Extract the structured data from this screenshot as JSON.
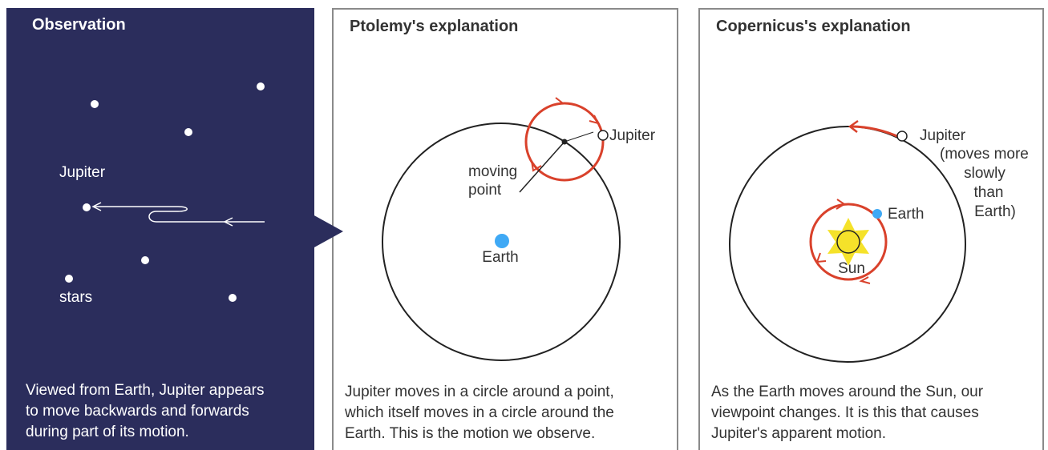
{
  "colors": {
    "observation_bg": "#2b2d5c",
    "orbit": "#222222",
    "epicycle": "#d9412b",
    "earth": "#3fa9f5",
    "sun": "#f5e22a",
    "star": "#ffffff"
  },
  "observation": {
    "title": "Observation",
    "jupiter_label": "Jupiter",
    "stars_label": "stars",
    "caption_lines": [
      "Viewed from Earth, Jupiter appears",
      "to move backwards and forwards",
      "during part of its motion."
    ]
  },
  "ptolemy": {
    "title": "Ptolemy's explanation",
    "jupiter_label": "Jupiter",
    "moving_point_lines": [
      "moving",
      "point"
    ],
    "earth_label": "Earth",
    "caption_lines": [
      "Jupiter moves in a circle around a point,",
      "which itself moves in a circle around the",
      "Earth. This is the motion we observe."
    ]
  },
  "copernicus": {
    "title": "Copernicus's explanation",
    "jupiter_label": "Jupiter",
    "jupiter_note_lines": [
      "(moves more",
      "slowly",
      "than",
      "Earth)"
    ],
    "earth_label": "Earth",
    "sun_label": "Sun",
    "caption_lines": [
      "As the Earth moves around the Sun, our",
      "viewpoint changes. It is this that causes",
      "Jupiter's apparent motion."
    ]
  }
}
